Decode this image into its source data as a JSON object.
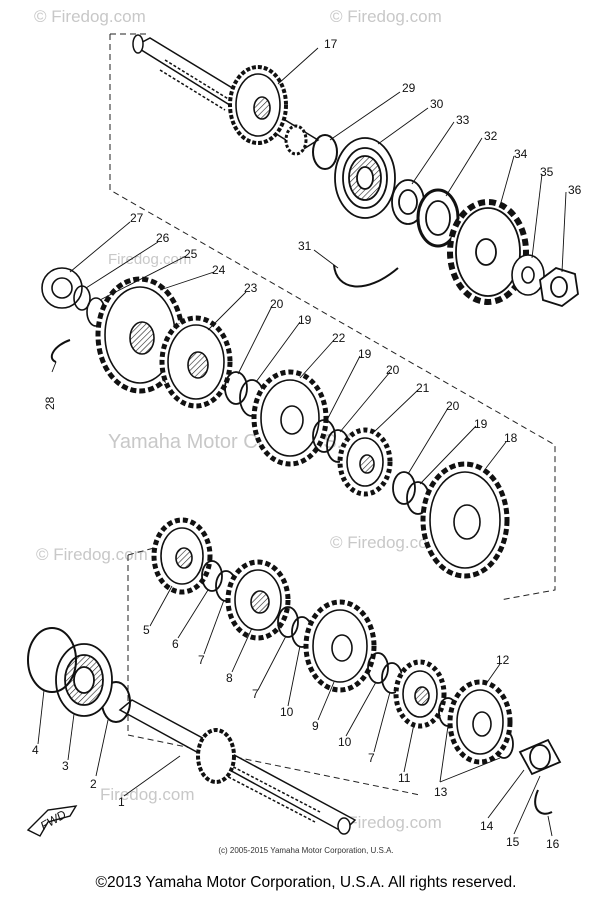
{
  "watermarks": {
    "top_left": "© Firedog.com",
    "top_center": "© Firedog.com",
    "center": "Yamaha Motor Corp., U.S.A",
    "mid_left": "© Firedog.com",
    "mid_center": "© Firedog.com",
    "mid_upper": "Firedog.com",
    "bottom_left": "Firedog.com",
    "bottom_right": "© Firedog.com"
  },
  "callouts": [
    "17",
    "29",
    "30",
    "33",
    "32",
    "34",
    "35",
    "36",
    "31",
    "27",
    "26",
    "25",
    "24",
    "23",
    "20",
    "19",
    "22",
    "19",
    "20",
    "21",
    "20",
    "19",
    "18",
    "28",
    "5",
    "6",
    "7",
    "8",
    "7",
    "10",
    "9",
    "10",
    "7",
    "11",
    "12",
    "13",
    "4",
    "3",
    "2",
    "1",
    "14",
    "15",
    "16"
  ],
  "fwd_label": "FWD",
  "copyright_small": "(c) 2005-2015 Yamaha Motor Corporation, U.S.A.",
  "copyright_main": "©2013 Yamaha Motor Corporation, U.S.A. All rights reserved."
}
